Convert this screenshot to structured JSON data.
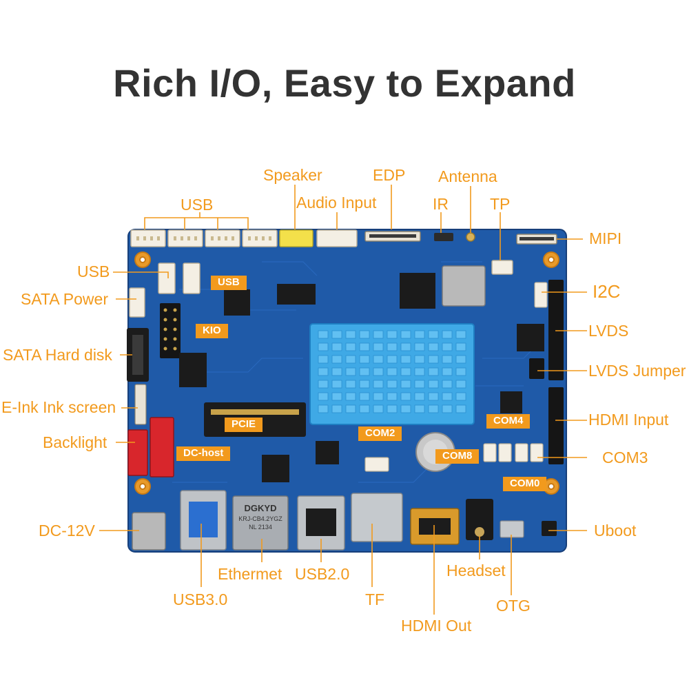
{
  "title": "Rich I/O, Easy to Expand",
  "colors": {
    "accent": "#f29a1d",
    "board": "#1f5aa8",
    "heatsink": "#3fa9e6",
    "title_text": "#333333"
  },
  "labels": {
    "usb_top": "USB",
    "speaker": "Speaker",
    "audio_input": "Audio Input",
    "edp": "EDP",
    "antenna": "Antenna",
    "ir": "IR",
    "tp": "TP",
    "mipi": "MIPI",
    "usb_left": "USB",
    "sata_power": "SATA Power",
    "sata_hard_disk": "SATA Hard disk",
    "eink": "E-Ink Ink screen",
    "backlight": "Backlight",
    "dc12v": "DC-12V",
    "i2c": "I2C",
    "lvds": "LVDS",
    "lvds_jumper": "LVDS Jumper",
    "hdmi_input": "HDMI Input",
    "com3": "COM3",
    "uboot": "Uboot",
    "ethernet": "Ethermet",
    "usb20": "USB2.0",
    "usb30": "USB3.0",
    "tf": "TF",
    "hdmi_out": "HDMI Out",
    "headset": "Headset",
    "otg": "OTG"
  },
  "board_labels": {
    "usb": "USB",
    "kio": "KIO",
    "pcie": "PCIE",
    "com2": "COM2",
    "com4": "COM4",
    "com8": "COM8",
    "com0": "COM0",
    "dc_host": "DC-host"
  },
  "board_text": {
    "eth_line1": "DGKYD",
    "eth_line2": "KRJ-CB4.2YGZ",
    "eth_line3": "NL     2134"
  }
}
